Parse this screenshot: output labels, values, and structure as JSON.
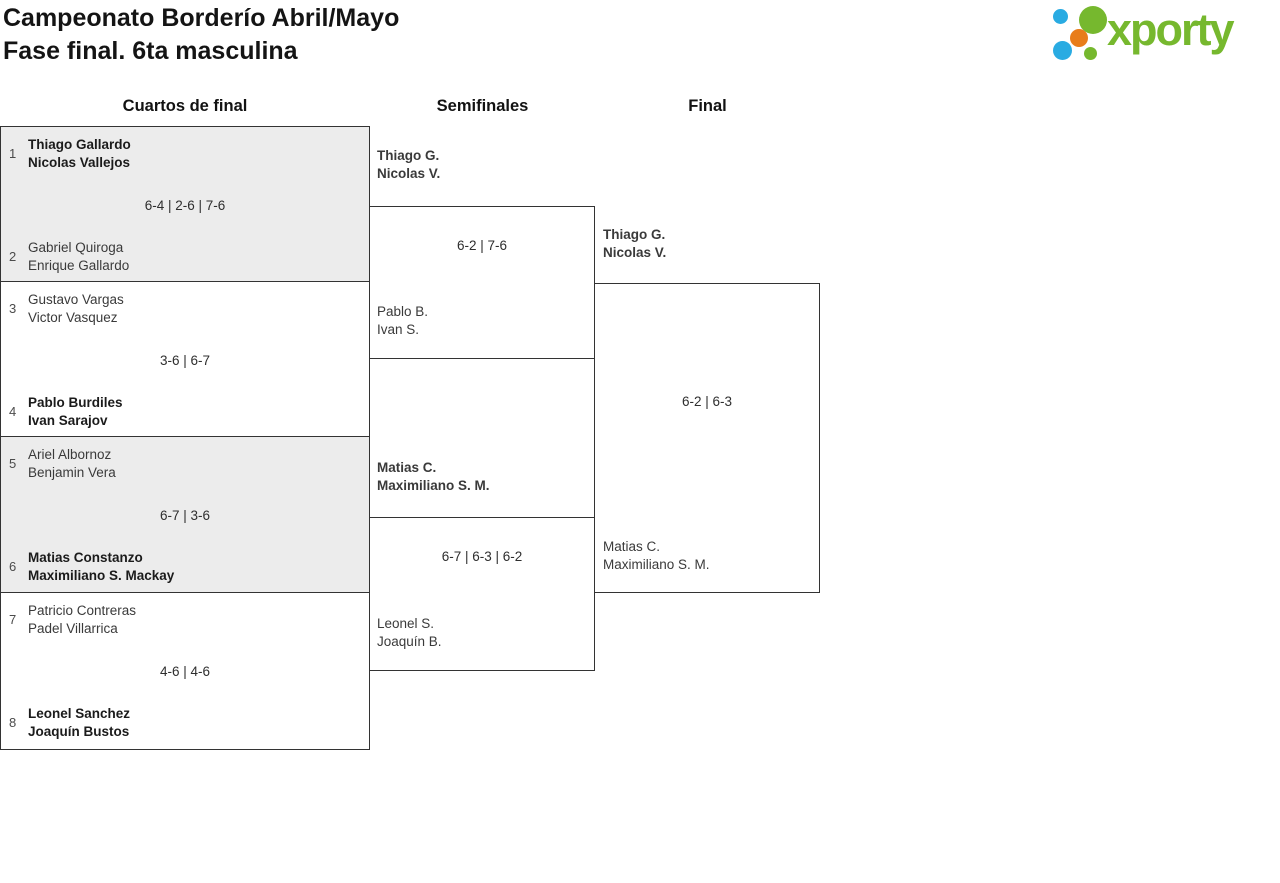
{
  "header": {
    "title_line1": "Campeonato Borderío Abril/Mayo",
    "title_line2": "Fase final. 6ta masculina",
    "logo_text": "xporty"
  },
  "columns": {
    "quarterfinals": "Cuartos de final",
    "semifinals": "Semifinales",
    "final": "Final"
  },
  "colors": {
    "logo_green": "#76b82e",
    "logo_blue": "#29abe2",
    "logo_orange": "#e87d1a",
    "shaded_match_bg": "#ececec",
    "bracket_line": "#333333"
  },
  "bracket": {
    "quarterfinals": [
      {
        "seed_top": "1",
        "team_top": [
          "Thiago Gallardo",
          "Nicolas Vallejos"
        ],
        "score": "6-4 | 2-6 | 7-6",
        "seed_bottom": "2",
        "team_bottom": [
          "Gabriel Quiroga",
          "Enrique Gallardo"
        ],
        "winner": "top"
      },
      {
        "seed_top": "3",
        "team_top": [
          "Gustavo Vargas",
          "Victor Vasquez"
        ],
        "score": "3-6 | 6-7",
        "seed_bottom": "4",
        "team_bottom": [
          "Pablo Burdiles",
          "Ivan Sarajov"
        ],
        "winner": "bottom"
      },
      {
        "seed_top": "5",
        "team_top": [
          "Ariel Albornoz",
          "Benjamin Vera"
        ],
        "score": "6-7 | 3-6",
        "seed_bottom": "6",
        "team_bottom": [
          "Matias Constanzo",
          "Maximiliano S. Mackay"
        ],
        "winner": "bottom"
      },
      {
        "seed_top": "7",
        "team_top": [
          "Patricio Contreras",
          "Padel Villarrica"
        ],
        "score": "4-6 | 4-6",
        "seed_bottom": "8",
        "team_bottom": [
          "Leonel Sanchez",
          "Joaquín Bustos"
        ],
        "winner": "bottom"
      }
    ],
    "semifinals": [
      {
        "team_top": [
          "Thiago G.",
          "Nicolas V."
        ],
        "score": "6-2 | 7-6",
        "team_bottom": [
          "Pablo B.",
          "Ivan S."
        ],
        "winner": "top"
      },
      {
        "team_top": [
          "Matias C.",
          "Maximiliano S. M."
        ],
        "score": "6-7 | 6-3 | 6-2",
        "team_bottom": [
          "Leonel S.",
          "Joaquín B."
        ],
        "winner": "top"
      }
    ],
    "final": {
      "team_top": [
        "Thiago G.",
        "Nicolas V."
      ],
      "score": "6-2 | 6-3",
      "team_bottom": [
        "Matias C.",
        "Maximiliano S. M."
      ],
      "winner": "top"
    }
  }
}
